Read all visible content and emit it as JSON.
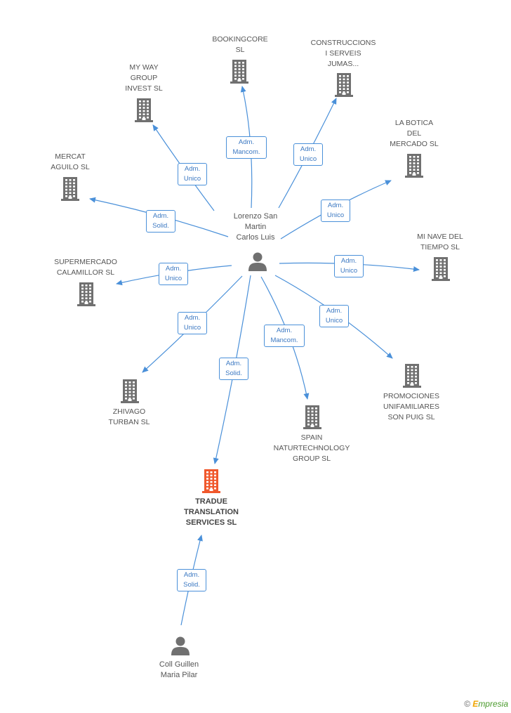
{
  "center_person": {
    "lines": [
      "Lorenzo San",
      "Martin",
      "Carlos Luis"
    ]
  },
  "bottom_person": {
    "lines": [
      "Coll Guillen",
      "Maria Pilar"
    ]
  },
  "main_company": {
    "lines": [
      "TRADUE",
      "TRANSLATION",
      "SERVICES SL"
    ],
    "color": "#f0582c"
  },
  "company_color": "#707070",
  "edge_color": "#4a90d9",
  "companies": [
    {
      "id": "bookingcore",
      "lines": [
        "BOOKINGCORE",
        "SL"
      ]
    },
    {
      "id": "construccions",
      "lines": [
        "CONSTRUCCIONS",
        "I SERVEIS",
        "JUMAS..."
      ]
    },
    {
      "id": "myway",
      "lines": [
        "MY WAY",
        "GROUP",
        "INVEST SL"
      ]
    },
    {
      "id": "labotica",
      "lines": [
        "LA BOTICA",
        "DEL",
        "MERCADO SL"
      ]
    },
    {
      "id": "mercat",
      "lines": [
        "MERCAT",
        "AGUILO  SL"
      ]
    },
    {
      "id": "minave",
      "lines": [
        "MI NAVE DEL",
        "TIEMPO SL"
      ]
    },
    {
      "id": "supermercado",
      "lines": [
        "SUPERMERCADO",
        "CALAMILLOR  SL"
      ]
    },
    {
      "id": "promociones",
      "lines": [
        "PROMOCIONES",
        "UNIFAMILIARES",
        "SON PUIG SL"
      ]
    },
    {
      "id": "zhivago",
      "lines": [
        "ZHIVAGO",
        "TURBAN SL"
      ]
    },
    {
      "id": "spain",
      "lines": [
        "SPAIN",
        "NATURTECHNOLOGY",
        "GROUP SL"
      ]
    }
  ],
  "relations": [
    {
      "id": "r-bookingcore",
      "lines": [
        "Adm.",
        "Mancom."
      ]
    },
    {
      "id": "r-construccions",
      "lines": [
        "Adm.",
        "Unico"
      ]
    },
    {
      "id": "r-myway",
      "lines": [
        "Adm.",
        "Unico"
      ]
    },
    {
      "id": "r-labotica",
      "lines": [
        "Adm.",
        "Unico"
      ]
    },
    {
      "id": "r-mercat",
      "lines": [
        "Adm.",
        "Solid."
      ]
    },
    {
      "id": "r-minave",
      "lines": [
        "Adm.",
        "Unico"
      ]
    },
    {
      "id": "r-supermercado",
      "lines": [
        "Adm.",
        "Unico"
      ]
    },
    {
      "id": "r-promociones",
      "lines": [
        "Adm.",
        "Unico"
      ]
    },
    {
      "id": "r-zhivago",
      "lines": [
        "Adm.",
        "Unico"
      ]
    },
    {
      "id": "r-spain",
      "lines": [
        "Adm.",
        "Mancom."
      ]
    },
    {
      "id": "r-tradue",
      "lines": [
        "Adm.",
        "Solid."
      ]
    },
    {
      "id": "r-coll",
      "lines": [
        "Adm.",
        "Solid."
      ]
    }
  ],
  "brand": {
    "copyright": "©",
    "e": "E",
    "rest": "mpresia"
  }
}
